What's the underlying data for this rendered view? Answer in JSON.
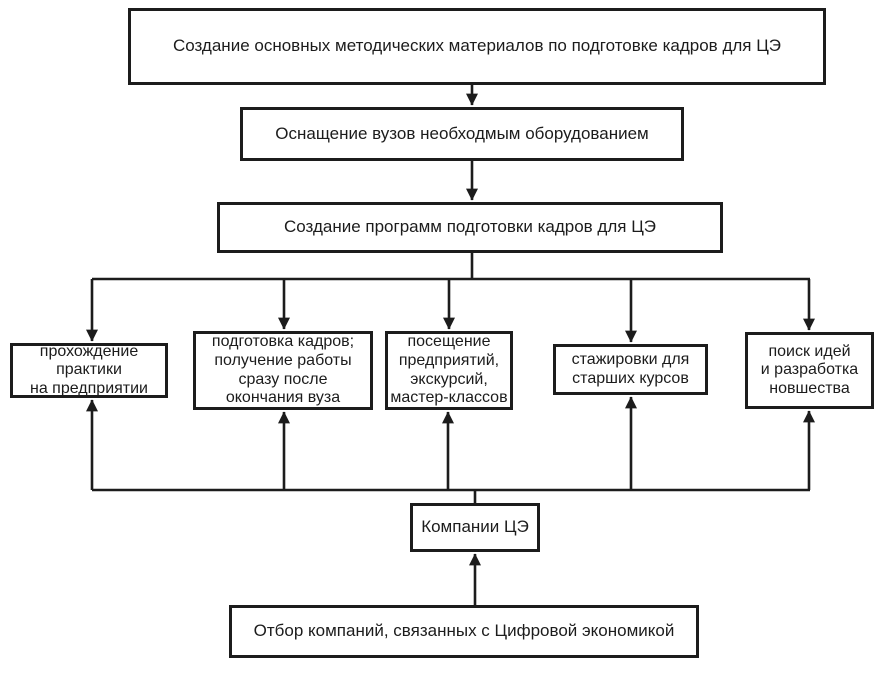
{
  "diagram": {
    "type": "flowchart",
    "language": "ru",
    "colors": {
      "line": "#1c1c1c",
      "text": "#1c1c1c",
      "box_fill": "#ffffff",
      "background": "#ffffff"
    },
    "nodes": {
      "methods": {
        "label": "Создание основных методических материалов по подготовке кадров для ЦЭ"
      },
      "equipment": {
        "label": "Оснащение вузов необходмым оборудованием"
      },
      "programs": {
        "label": "Создание программ подготовки кадров для ЦЭ"
      },
      "practice": {
        "label": "прохождение\nпрактики\nна предприятии"
      },
      "jobs": {
        "label": "подготовка кадров;\nполучение работы\nсразу после\nокончания вуза"
      },
      "visits": {
        "label": "посещение\nпредприятий,\nэкскурсий,\nмастер-классов"
      },
      "internships": {
        "label": "стажировки для\nстарших курсов"
      },
      "ideas": {
        "label": "поиск идей\nи разработка\nновшества"
      },
      "companies": {
        "label": "Компании ЦЭ"
      },
      "selection": {
        "label": "Отбор компаний, связанных с Цифровой экономикой"
      }
    },
    "edges": [
      "methods -> equipment",
      "equipment -> programs",
      "programs -> practice",
      "programs -> jobs",
      "programs -> visits",
      "programs -> internships",
      "programs -> ideas",
      "selection -> companies",
      "companies -> practice",
      "companies -> jobs",
      "companies -> visits",
      "companies -> internships",
      "companies -> ideas"
    ]
  }
}
